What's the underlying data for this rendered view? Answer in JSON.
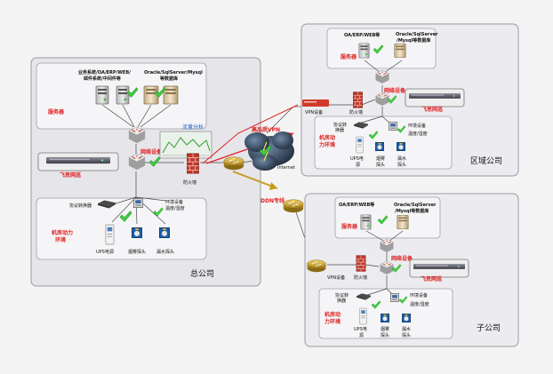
{
  "hq": {
    "title": "总公司",
    "servers_label": "服务器",
    "apps_label_1": "业务系统/OA/ERP/WEB/",
    "apps_label_2": "邮件系统/中间件等",
    "db_label_1": "Oracle/SqlServer/Mysql",
    "db_label_2": "等数据库",
    "network_label": "网络设备",
    "monitor_label": "飞思网巡",
    "firewall_label": "防火墙",
    "traffic_label": "流量分析",
    "env_title_1": "机房动力",
    "env_title_2": "环境",
    "protocol_label": "协议转换器",
    "env_device_1": "环境设备",
    "env_device_2": "温度/湿度",
    "ups_label": "UPS电源",
    "smoke_label": "烟雾探头",
    "water_label": "漏水探头"
  },
  "wan": {
    "vpn_label": "高品质VPN",
    "internet_label": "Internet",
    "ddn_label": "DDN专线"
  },
  "region": {
    "title": "区域公司",
    "servers_label": "服务器",
    "apps_label": "OA/ERP/WEB等",
    "db_label_1": "Oracle/SqlServer",
    "db_label_2": "/Mysql等数据库",
    "vpn_device_label": "VPN设备",
    "firewall_label": "防火墙",
    "network_label": "网络设备",
    "monitor_label": "飞思网巡",
    "env_title_1": "机房动",
    "env_title_2": "力环境",
    "protocol_label_1": "协议转",
    "protocol_label_2": "换器",
    "env_device_1": "环境设备",
    "env_device_2": "温度/湿度",
    "ups_label_1": "UPS电",
    "ups_label_2": "源",
    "smoke_label_1": "烟雾",
    "smoke_label_2": "探头",
    "water_label_1": "漏水",
    "water_label_2": "探头"
  },
  "sub": {
    "title": "子公司",
    "servers_label": "服务器",
    "apps_label": "OA/ERP/WEB等",
    "db_label_1": "Oracle/SqlServer",
    "db_label_2": "/Mysql等数据库",
    "vpn_device_label": "VPN设备",
    "firewall_label": "防火墙",
    "network_label": "网络设备",
    "monitor_label": "飞思网巡",
    "env_title_1": "机房动",
    "env_title_2": "力环境",
    "protocol_label_1": "协议转",
    "protocol_label_2": "换器",
    "env_device_1": "环境设备",
    "env_device_2": "温度/湿度",
    "ups_label_1": "UPS电",
    "ups_label_2": "源",
    "smoke_label_1": "烟雾",
    "smoke_label_2": "探头",
    "water_label_1": "漏水",
    "water_label_2": "探头"
  },
  "colors": {
    "alert_red": "#e02020",
    "check_green": "#33cc33",
    "router_red": "#c0392b",
    "ddn_orange": "#c79a1e"
  }
}
